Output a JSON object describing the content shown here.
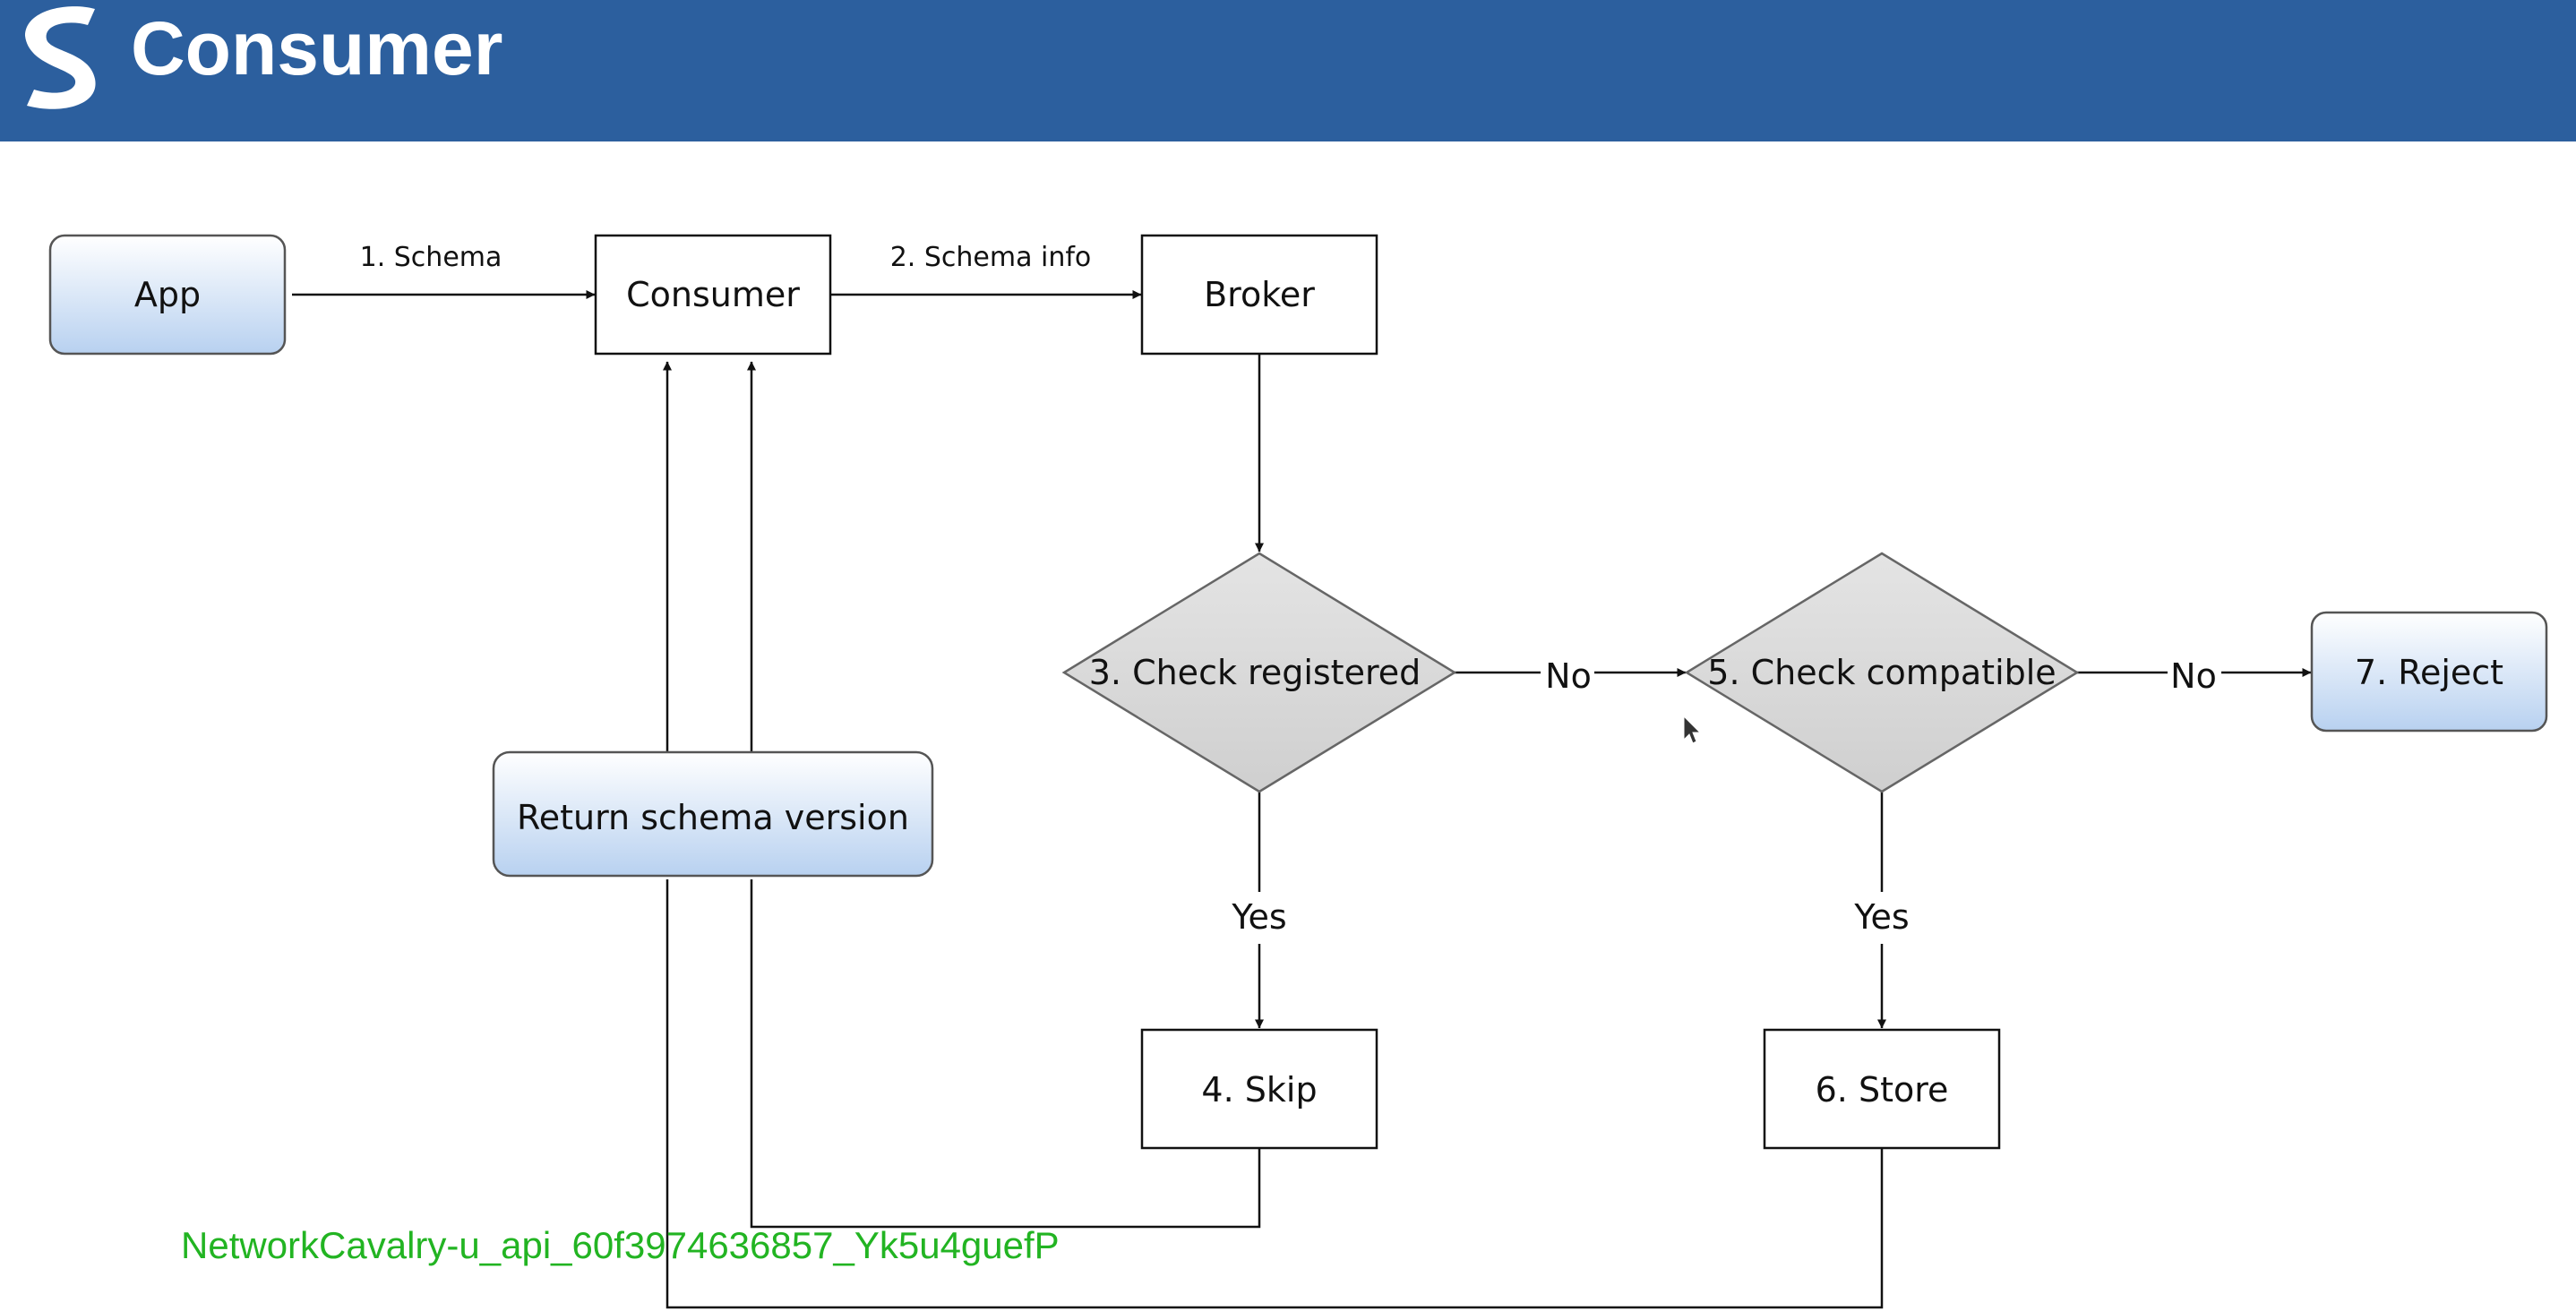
{
  "header": {
    "title": "Consumer",
    "logo_icon": "s-logo-icon",
    "background": "#2c5f9e"
  },
  "nodes": {
    "app": "App",
    "consumer": "Consumer",
    "broker": "Broker",
    "check_registered": "3. Check registered",
    "check_compatible": "5. Check compatible",
    "reject": "7. Reject",
    "return_schema_version": "Return schema version",
    "skip": "4. Skip",
    "store": "6. Store"
  },
  "edges": {
    "app_to_consumer": "1. Schema",
    "consumer_to_broker": "2. Schema info",
    "registered_no": "No",
    "registered_yes": "Yes",
    "compatible_no": "No",
    "compatible_yes": "Yes"
  },
  "colors": {
    "rounded_gradient_top": "#ffffff",
    "rounded_gradient_bottom": "#b8d1f0",
    "diamond_fill": "#d6d6d6",
    "stroke": "#111111"
  },
  "watermark": "NetworkCavalry-u_api_60f3974636857_Yk5u4guefP"
}
